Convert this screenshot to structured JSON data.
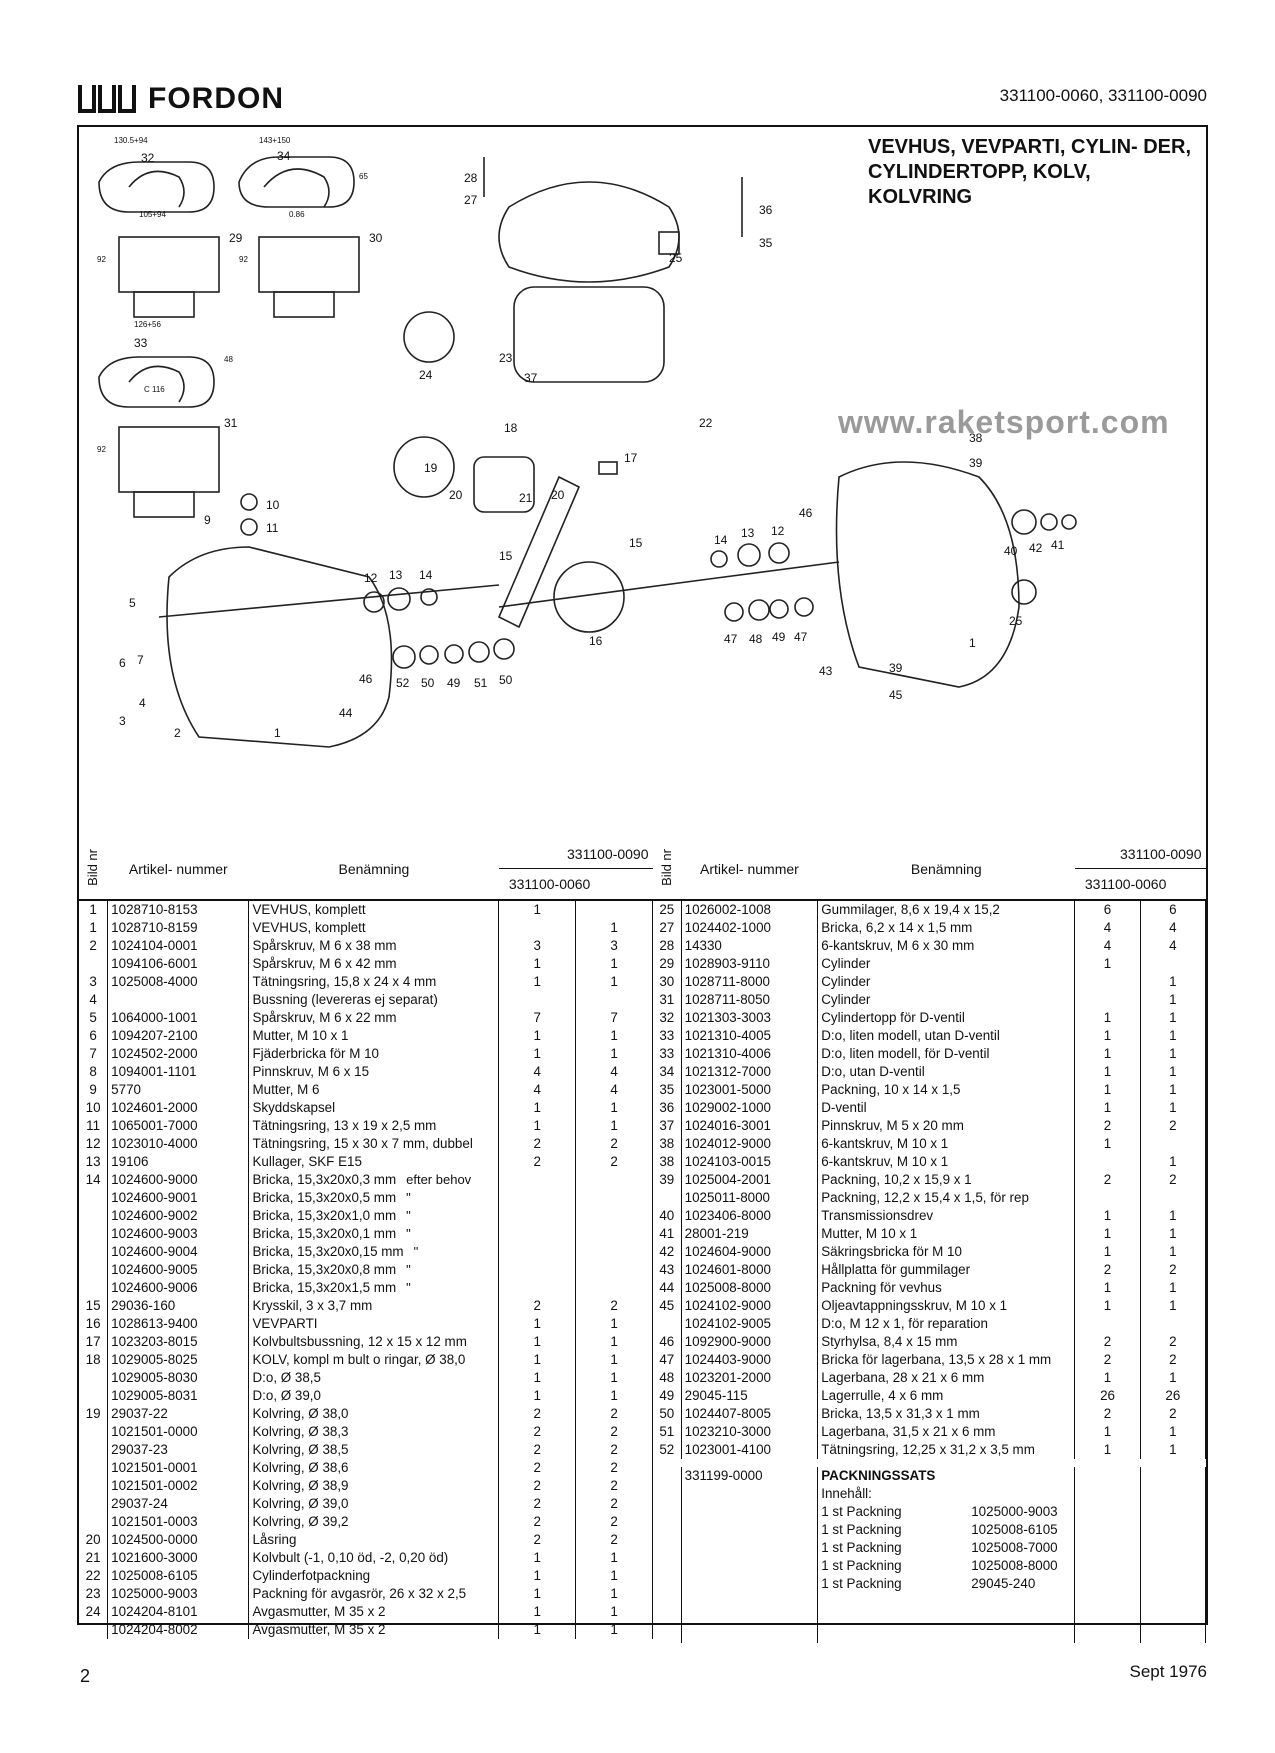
{
  "header": {
    "brand": "FORDON",
    "doc_numbers": "331100-0060, 331100-0090"
  },
  "title": "VEVHUS, VEVPARTI, CYLIN- DER, CYLINDERTOPP, KOLV, KOLVRING",
  "watermark": "www.raketsport.com",
  "diagram": {
    "callouts": [
      "32",
      "34",
      "29",
      "30",
      "33",
      "31",
      "28",
      "27",
      "36",
      "35",
      "25",
      "23",
      "24",
      "37",
      "22",
      "18",
      "19",
      "20",
      "21",
      "20",
      "17",
      "38",
      "39",
      "10",
      "11",
      "9",
      "5",
      "6",
      "7",
      "3",
      "4",
      "2",
      "1",
      "12",
      "13",
      "14",
      "15",
      "15",
      "16",
      "46",
      "52",
      "50",
      "49",
      "51",
      "50",
      "44",
      "14",
      "13",
      "12",
      "46",
      "40",
      "42",
      "41",
      "47",
      "48",
      "49",
      "47",
      "25",
      "43",
      "39",
      "45",
      "1"
    ],
    "dims": [
      "130.5+94",
      "143+150",
      "105+94",
      "0.86",
      "126+56",
      "C 116",
      "65",
      "92",
      "92",
      "48",
      "92"
    ]
  },
  "table_header": {
    "bild_nr": "Bild nr",
    "artikel": "Artikel- nummer",
    "benamning": "Benämning",
    "col_a": "331100-0090",
    "col_b": "331100-0060"
  },
  "left_rows": [
    {
      "n": "1",
      "a": "1028710-8153",
      "d": "VEVHUS, komplett",
      "q1": "1",
      "q2": ""
    },
    {
      "n": "1",
      "a": "1028710-8159",
      "d": "VEVHUS, komplett",
      "q1": "",
      "q2": "1"
    },
    {
      "n": "2",
      "a": "1024104-0001",
      "d": "Spårskruv, M 6 x 38 mm",
      "q1": "3",
      "q2": "3"
    },
    {
      "n": "",
      "a": "1094106-6001",
      "d": "Spårskruv, M 6 x 42 mm",
      "q1": "1",
      "q2": "1"
    },
    {
      "n": "3",
      "a": "1025008-4000",
      "d": "Tätningsring, 15,8 x 24 x 4 mm",
      "q1": "1",
      "q2": "1"
    },
    {
      "n": "4",
      "a": "",
      "d": "Bussning (levereras ej separat)",
      "q1": "",
      "q2": ""
    },
    {
      "n": "5",
      "a": "1064000-1001",
      "d": "Spårskruv, M 6 x 22 mm",
      "q1": "7",
      "q2": "7"
    },
    {
      "n": "6",
      "a": "1094207-2100",
      "d": "Mutter, M 10 x 1",
      "q1": "1",
      "q2": "1"
    },
    {
      "n": "7",
      "a": "1024502-2000",
      "d": "Fjäderbricka för M 10",
      "q1": "1",
      "q2": "1"
    },
    {
      "n": "8",
      "a": "1094001-1101",
      "d": "Pinnskruv, M 6 x 15",
      "q1": "4",
      "q2": "4"
    },
    {
      "n": "9",
      "a": "5770",
      "d": "Mutter, M 6",
      "q1": "4",
      "q2": "4"
    },
    {
      "n": "10",
      "a": "1024601-2000",
      "d": "Skyddskapsel",
      "q1": "1",
      "q2": "1"
    },
    {
      "n": "11",
      "a": "1065001-7000",
      "d": "Tätningsring, 13 x 19 x 2,5 mm",
      "q1": "1",
      "q2": "1"
    },
    {
      "n": "12",
      "a": "1023010-4000",
      "d": "Tätningsring, 15 x 30 x 7 mm, dubbel",
      "q1": "2",
      "q2": "2"
    },
    {
      "n": "13",
      "a": "19106",
      "d": "Kullager, SKF E15",
      "q1": "2",
      "q2": "2"
    },
    {
      "n": "14",
      "a": "1024600-9000",
      "d": "Bricka, 15,3x20x0,3 mm",
      "note": "efter behov",
      "q1": "",
      "q2": ""
    },
    {
      "n": "",
      "a": "1024600-9001",
      "d": "Bricka, 15,3x20x0,5 mm",
      "note": "\"",
      "q1": "",
      "q2": ""
    },
    {
      "n": "",
      "a": "1024600-9002",
      "d": "Bricka, 15,3x20x1,0 mm",
      "note": "\"",
      "q1": "",
      "q2": ""
    },
    {
      "n": "",
      "a": "1024600-9003",
      "d": "Bricka, 15,3x20x0,1 mm",
      "note": "\"",
      "q1": "",
      "q2": ""
    },
    {
      "n": "",
      "a": "1024600-9004",
      "d": "Bricka, 15,3x20x0,15 mm",
      "note": "\"",
      "q1": "",
      "q2": ""
    },
    {
      "n": "",
      "a": "1024600-9005",
      "d": "Bricka, 15,3x20x0,8 mm",
      "note": "\"",
      "q1": "",
      "q2": ""
    },
    {
      "n": "",
      "a": "1024600-9006",
      "d": "Bricka, 15,3x20x1,5 mm",
      "note": "\"",
      "q1": "",
      "q2": ""
    },
    {
      "n": "15",
      "a": "29036-160",
      "d": "Krysskil, 3 x 3,7 mm",
      "q1": "2",
      "q2": "2"
    },
    {
      "n": "16",
      "a": "1028613-9400",
      "d": "VEVPARTI",
      "q1": "1",
      "q2": "1"
    },
    {
      "n": "17",
      "a": "1023203-8015",
      "d": "Kolvbultsbussning, 12 x 15 x 12 mm",
      "q1": "1",
      "q2": "1"
    },
    {
      "n": "18",
      "a": "1029005-8025",
      "d": "KOLV, kompl m bult o ringar, Ø 38,0",
      "q1": "1",
      "q2": "1"
    },
    {
      "n": "",
      "a": "1029005-8030",
      "d": "D:o, Ø 38,5",
      "q1": "1",
      "q2": "1"
    },
    {
      "n": "",
      "a": "1029005-8031",
      "d": "D:o, Ø 39,0",
      "q1": "1",
      "q2": "1"
    },
    {
      "n": "19",
      "a": "29037-22",
      "d": "Kolvring, Ø 38,0",
      "q1": "2",
      "q2": "2"
    },
    {
      "n": "",
      "a": "1021501-0000",
      "d": "Kolvring, Ø 38,3",
      "q1": "2",
      "q2": "2"
    },
    {
      "n": "",
      "a": "29037-23",
      "d": "Kolvring, Ø 38,5",
      "q1": "2",
      "q2": "2"
    },
    {
      "n": "",
      "a": "1021501-0001",
      "d": "Kolvring, Ø 38,6",
      "q1": "2",
      "q2": "2"
    },
    {
      "n": "",
      "a": "1021501-0002",
      "d": "Kolvring, Ø 38,9",
      "q1": "2",
      "q2": "2"
    },
    {
      "n": "",
      "a": "29037-24",
      "d": "Kolvring, Ø 39,0",
      "q1": "2",
      "q2": "2"
    },
    {
      "n": "",
      "a": "1021501-0003",
      "d": "Kolvring, Ø 39,2",
      "q1": "2",
      "q2": "2"
    },
    {
      "n": "20",
      "a": "1024500-0000",
      "d": "Låsring",
      "q1": "2",
      "q2": "2"
    },
    {
      "n": "21",
      "a": "1021600-3000",
      "d": "Kolvbult (-1, 0,10 öd, -2, 0,20 öd)",
      "q1": "1",
      "q2": "1"
    },
    {
      "n": "22",
      "a": "1025008-6105",
      "d": "Cylinderfotpackning",
      "q1": "1",
      "q2": "1"
    },
    {
      "n": "23",
      "a": "1025000-9003",
      "d": "Packning för avgasrör, 26 x 32 x 2,5",
      "q1": "1",
      "q2": "1"
    },
    {
      "n": "24",
      "a": "1024204-8101",
      "d": "Avgasmutter, M 35 x 2",
      "q1": "1",
      "q2": "1"
    },
    {
      "n": "",
      "a": "1024204-8002",
      "d": "Avgasmutter, M 35 x 2",
      "q1": "1",
      "q2": "1"
    }
  ],
  "right_rows": [
    {
      "n": "25",
      "a": "1026002-1008",
      "d": "Gummilager, 8,6 x 19,4 x 15,2",
      "q1": "6",
      "q2": "6"
    },
    {
      "n": "27",
      "a": "1024402-1000",
      "d": "Bricka, 6,2 x 14 x 1,5 mm",
      "q1": "4",
      "q2": "4"
    },
    {
      "n": "28",
      "a": "14330",
      "d": "6-kantskruv, M 6 x 30 mm",
      "q1": "4",
      "q2": "4"
    },
    {
      "n": "29",
      "a": "1028903-9110",
      "d": "Cylinder",
      "q1": "1",
      "q2": ""
    },
    {
      "n": "30",
      "a": "1028711-8000",
      "d": "Cylinder",
      "q1": "",
      "q2": "1"
    },
    {
      "n": "31",
      "a": "1028711-8050",
      "d": "Cylinder",
      "q1": "",
      "q2": "1"
    },
    {
      "n": "32",
      "a": "1021303-3003",
      "d": "Cylindertopp för D-ventil",
      "q1": "1",
      "q2": "1"
    },
    {
      "n": "33",
      "a": "1021310-4005",
      "d": "D:o, liten modell, utan D-ventil",
      "q1": "1",
      "q2": "1"
    },
    {
      "n": "33",
      "a": "1021310-4006",
      "d": "D:o, liten modell, för D-ventil",
      "q1": "1",
      "q2": "1"
    },
    {
      "n": "34",
      "a": "1021312-7000",
      "d": "D:o, utan D-ventil",
      "q1": "1",
      "q2": "1"
    },
    {
      "n": "35",
      "a": "1023001-5000",
      "d": "Packning, 10 x 14 x 1,5",
      "q1": "1",
      "q2": "1"
    },
    {
      "n": "36",
      "a": "1029002-1000",
      "d": "D-ventil",
      "q1": "1",
      "q2": "1"
    },
    {
      "n": "37",
      "a": "1024016-3001",
      "d": "Pinnskruv, M 5 x 20 mm",
      "q1": "2",
      "q2": "2"
    },
    {
      "n": "38",
      "a": "1024012-9000",
      "d": "6-kantskruv, M 10 x 1",
      "q1": "1",
      "q2": ""
    },
    {
      "n": "38",
      "a": "1024103-0015",
      "d": "6-kantskruv, M 10 x 1",
      "q1": "",
      "q2": "1"
    },
    {
      "n": "39",
      "a": "1025004-2001",
      "d": "Packning, 10,2 x 15,9 x 1",
      "q1": "2",
      "q2": "2"
    },
    {
      "n": "",
      "a": "1025011-8000",
      "d": "Packning, 12,2 x 15,4 x 1,5, för rep",
      "q1": "",
      "q2": ""
    },
    {
      "n": "40",
      "a": "1023406-8000",
      "d": "Transmissionsdrev",
      "q1": "1",
      "q2": "1"
    },
    {
      "n": "41",
      "a": "28001-219",
      "d": "Mutter, M 10 x 1",
      "q1": "1",
      "q2": "1"
    },
    {
      "n": "42",
      "a": "1024604-9000",
      "d": "Säkringsbricka för M 10",
      "q1": "1",
      "q2": "1"
    },
    {
      "n": "43",
      "a": "1024601-8000",
      "d": "Hållplatta för gummilager",
      "q1": "2",
      "q2": "2"
    },
    {
      "n": "44",
      "a": "1025008-8000",
      "d": "Packning för vevhus",
      "q1": "1",
      "q2": "1"
    },
    {
      "n": "45",
      "a": "1024102-9000",
      "d": "Oljeavtappningsskruv, M 10 x 1",
      "q1": "1",
      "q2": "1"
    },
    {
      "n": "",
      "a": "1024102-9005",
      "d": "D:o, M 12 x 1, för reparation",
      "q1": "",
      "q2": ""
    },
    {
      "n": "46",
      "a": "1092900-9000",
      "d": "Styrhylsa, 8,4 x 15 mm",
      "q1": "2",
      "q2": "2"
    },
    {
      "n": "47",
      "a": "1024403-9000",
      "d": "Bricka för lagerbana, 13,5 x 28 x 1 mm",
      "q1": "2",
      "q2": "2"
    },
    {
      "n": "48",
      "a": "1023201-2000",
      "d": "Lagerbana, 28 x 21 x 6 mm",
      "q1": "1",
      "q2": "1"
    },
    {
      "n": "49",
      "a": "29045-115",
      "d": "Lagerrulle, 4 x 6 mm",
      "q1": "26",
      "q2": "26"
    },
    {
      "n": "50",
      "a": "1024407-8005",
      "d": "Bricka, 13,5 x 31,3 x 1 mm",
      "q1": "2",
      "q2": "2"
    },
    {
      "n": "51",
      "a": "1023210-3000",
      "d": "Lagerbana, 31,5 x 21 x 6 mm",
      "q1": "1",
      "q2": "1"
    },
    {
      "n": "52",
      "a": "1023001-4100",
      "d": "Tätningsring, 12,25 x 31,2 x 3,5 mm",
      "q1": "1",
      "q2": "1"
    }
  ],
  "kit": {
    "article": "331199-0000",
    "title": "PACKNINGSSATS",
    "contents_label": "Innehåll:",
    "items": [
      {
        "q": "1 st Packning",
        "a": "1025000-9003"
      },
      {
        "q": "1 st Packning",
        "a": "1025008-6105"
      },
      {
        "q": "1 st Packning",
        "a": "1025008-7000"
      },
      {
        "q": "1 st Packning",
        "a": "1025008-8000"
      },
      {
        "q": "1 st Packning",
        "a": "29045-240"
      }
    ]
  },
  "footer": {
    "page": "2",
    "date": "Sept 1976"
  }
}
